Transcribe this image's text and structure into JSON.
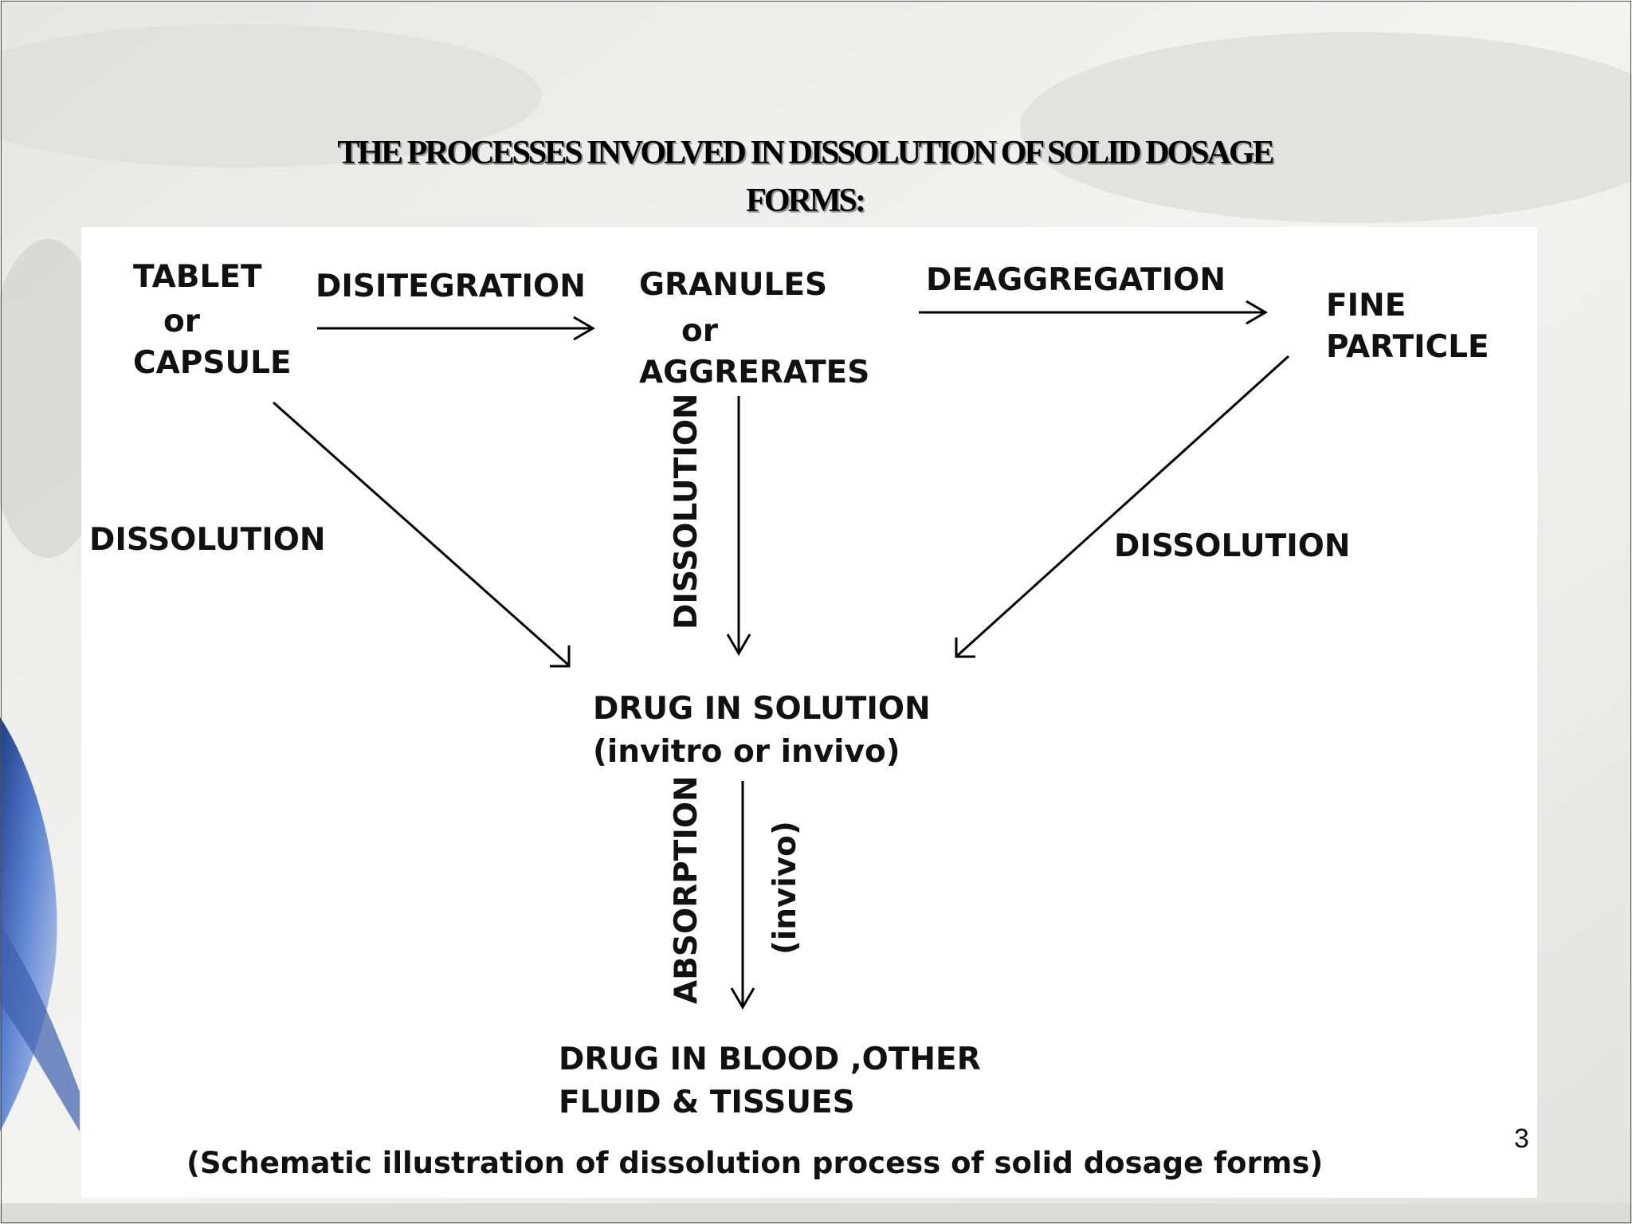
{
  "slide": {
    "title_line1": "THE PROCESSES INVOLVED IN DISSOLUTION OF SOLID DOSAGE",
    "title_line2": "FORMS:",
    "page_number": "3"
  },
  "diagram": {
    "nodes": {
      "tablet": [
        "TABLET",
        "or",
        "CAPSULE"
      ],
      "granules": [
        "GRANULES",
        "or",
        "AGGRERATES"
      ],
      "fine_particle": [
        "FINE",
        "PARTICLE"
      ],
      "drug_solution": [
        "DRUG IN SOLUTION",
        "(invitro or invivo)"
      ],
      "drug_blood": [
        "DRUG IN BLOOD ,OTHER",
        "FLUID & TISSUES"
      ]
    },
    "edges": {
      "tablet_to_granules": "DISITEGRATION",
      "granules_to_fine": "DEAGGREGATION",
      "tablet_to_solution": "DISSOLUTION",
      "granules_to_solution": "DISSOLUTION",
      "fine_to_solution": "DISSOLUTION",
      "solution_to_blood": "ABSORPTION",
      "solution_to_blood_note": "(invivo)"
    },
    "caption": "(Schematic illustration of dissolution process of solid dosage forms)"
  }
}
